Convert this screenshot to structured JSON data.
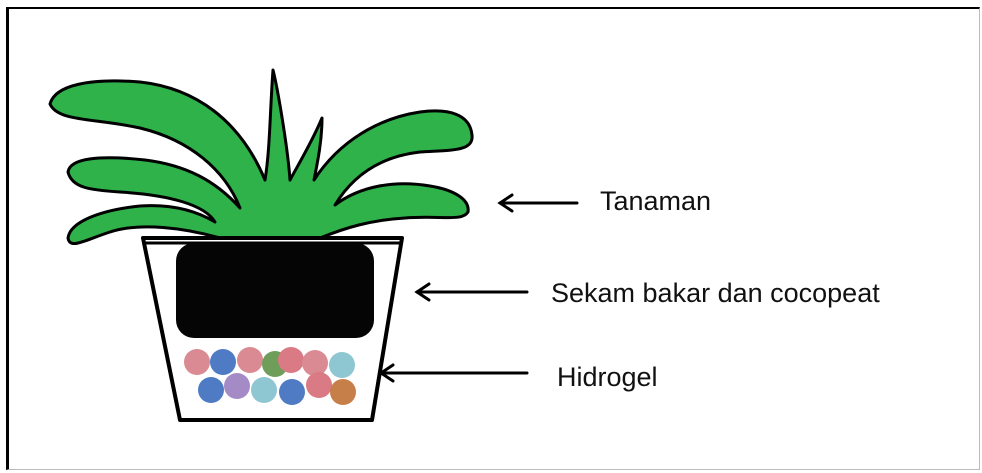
{
  "labels": {
    "plant": "Tanaman",
    "media": "Sekam bakar dan cocopeat",
    "hydrogel": "Hidrogel"
  },
  "colors": {
    "leaf": "#2fb24a",
    "outline": "#000000",
    "media": "#050505",
    "beads": [
      "#d98a92",
      "#4f7bc4",
      "#6e9e5a",
      "#a58bc6",
      "#8ec6d2",
      "#c77f4a",
      "#d97a85"
    ]
  }
}
